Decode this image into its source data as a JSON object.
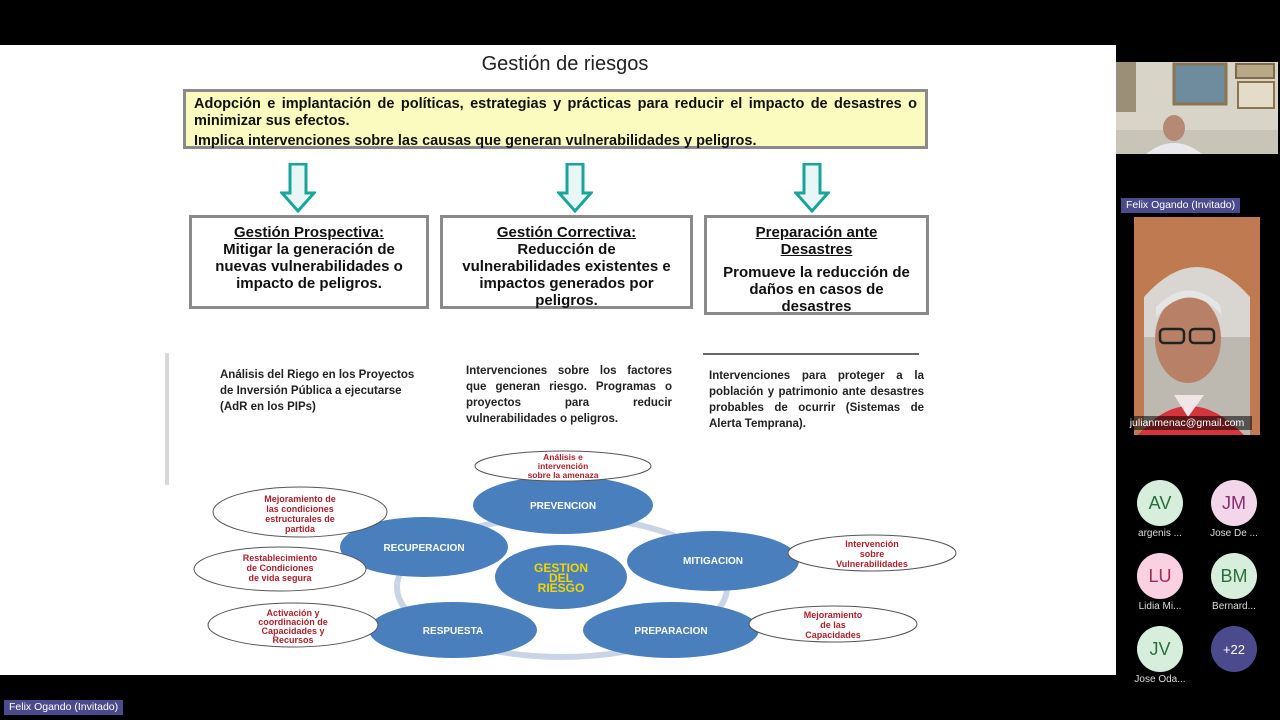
{
  "slide": {
    "title": "Gestión de riesgos",
    "definition": {
      "line1": "Adopción e implantación de políticas, estrategias y prácticas para reducir el impacto de desastres o minimizar sus efectos.",
      "line2": "Implica intervenciones sobre las causas que generan vulnerabilidades y peligros."
    },
    "categories": [
      {
        "heading": "Gestión Prospectiva:",
        "body": "Mitigar la generación de nuevas vulnerabilidades o impacto de  peligros."
      },
      {
        "heading": "Gestión Correctiva:",
        "body": "Reducción de vulnerabilidades existentes e impactos generados por peligros."
      },
      {
        "heading": "Preparación ante Desastres",
        "body": "Promueve la reducción de daños en casos de desastres"
      }
    ],
    "descriptions": [
      "Análisis  del Riego en los Proyectos de Inversión Pública a ejecutarse (AdR en los PIPs)",
      "Intervenciones sobre los factores que generan riesgo. Programas o proyectos para reducir vulnerabilidades o peligros.",
      "Intervenciones para proteger a la población y patrimonio ante desastres probables de ocurrir (Sistemas de Alerta Temprana)."
    ],
    "cycle": {
      "center": [
        "GESTION",
        "DEL",
        "RIESGO"
      ],
      "phases": [
        "PREVENCION",
        "MITIGACION",
        "PREPARACION",
        "RESPUESTA",
        "RECUPERACION"
      ],
      "notes": [
        [
          "Análisis e",
          "intervención",
          "sobre la  amenaza"
        ],
        [
          "Intervención",
          "sobre",
          "Vulnerabilidades"
        ],
        [
          "Mejoramiento",
          "de las",
          "Capacidades"
        ],
        [
          "Activación y",
          "coordinación de",
          "Capacidades y",
          "Recursos"
        ],
        [
          "Restablecimiento",
          "de Condiciones",
          "de vida segura"
        ],
        [
          "Mejoramiento de",
          "las condiciones",
          "estructurales de",
          "partida"
        ]
      ]
    },
    "colors": {
      "ellipse": "#4a7fbd",
      "center_text": "#f2d600",
      "note_text": "#b0202a",
      "arrow": "#1aa59a",
      "box": "#fcfbbf"
    }
  },
  "participants": {
    "featured_label": "Felix Ogando (Invitado)",
    "featured_email": "julianmenac@gmail.com",
    "bottom_label": "Felix Ogando (Invitado)",
    "list": [
      {
        "initials": "AV",
        "name": "argenis ...",
        "bg": "#d7eedd",
        "fg": "#2a6e3c"
      },
      {
        "initials": "JM",
        "name": "Jose De ...",
        "bg": "#f4d6ea",
        "fg": "#8a2c6e"
      },
      {
        "initials": "LU",
        "name": "Lidia Mi...",
        "bg": "#fbd0e0",
        "fg": "#a02c5a"
      },
      {
        "initials": "BM",
        "name": "Bernard...",
        "bg": "#d7eedd",
        "fg": "#2a6e3c"
      },
      {
        "initials": "JV",
        "name": "Jose Oda...",
        "bg": "#d7eedd",
        "fg": "#2a6e3c"
      }
    ],
    "more": "+22"
  }
}
